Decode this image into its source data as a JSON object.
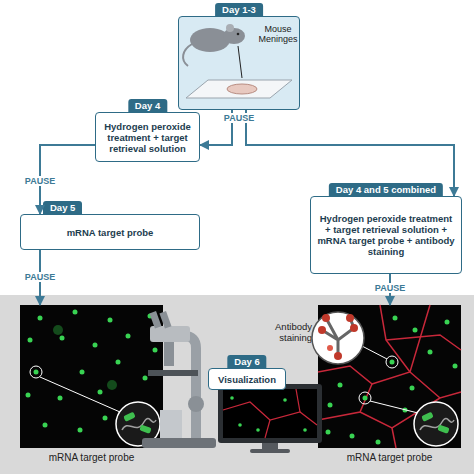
{
  "diagram": {
    "nodes": [
      {
        "text": [
          "Day 1-3"
        ]
      },
      {
        "text": [
          "Day 4",
          "Hydrogen peroxide treatment + target retrieval solution"
        ]
      },
      {
        "text": [
          "Day 5",
          "mRNA target probe"
        ]
      },
      {
        "text": [
          "Day 4 and 5 combined",
          "Hydrogen peroxide treatment + target retrieval solution + mRNA target probe + antibody staining"
        ]
      },
      {
        "text": [
          "Day 6",
          "Visualization"
        ]
      },
      {
        "text": [
          "mRNA target probe"
        ]
      },
      {
        "text": [
          "Antibody staining",
          "mRNA target probe"
        ]
      }
    ],
    "edges": [
      {
        "from": 0,
        "to": 1,
        "arrow": "to"
      },
      {
        "from": 0,
        "to": 3,
        "arrow": "to"
      },
      {
        "from": 1,
        "to": 2,
        "label": "PAUSE",
        "arrow": "to"
      },
      {
        "from": 2,
        "to": 5,
        "label": "PAUSE",
        "arrow": "to"
      },
      {
        "from": 3,
        "to": 6,
        "label": "PAUSE",
        "arrow": "to"
      }
    ],
    "labels": [
      "PAUSE",
      "Mouse Meninges"
    ]
  }
}
